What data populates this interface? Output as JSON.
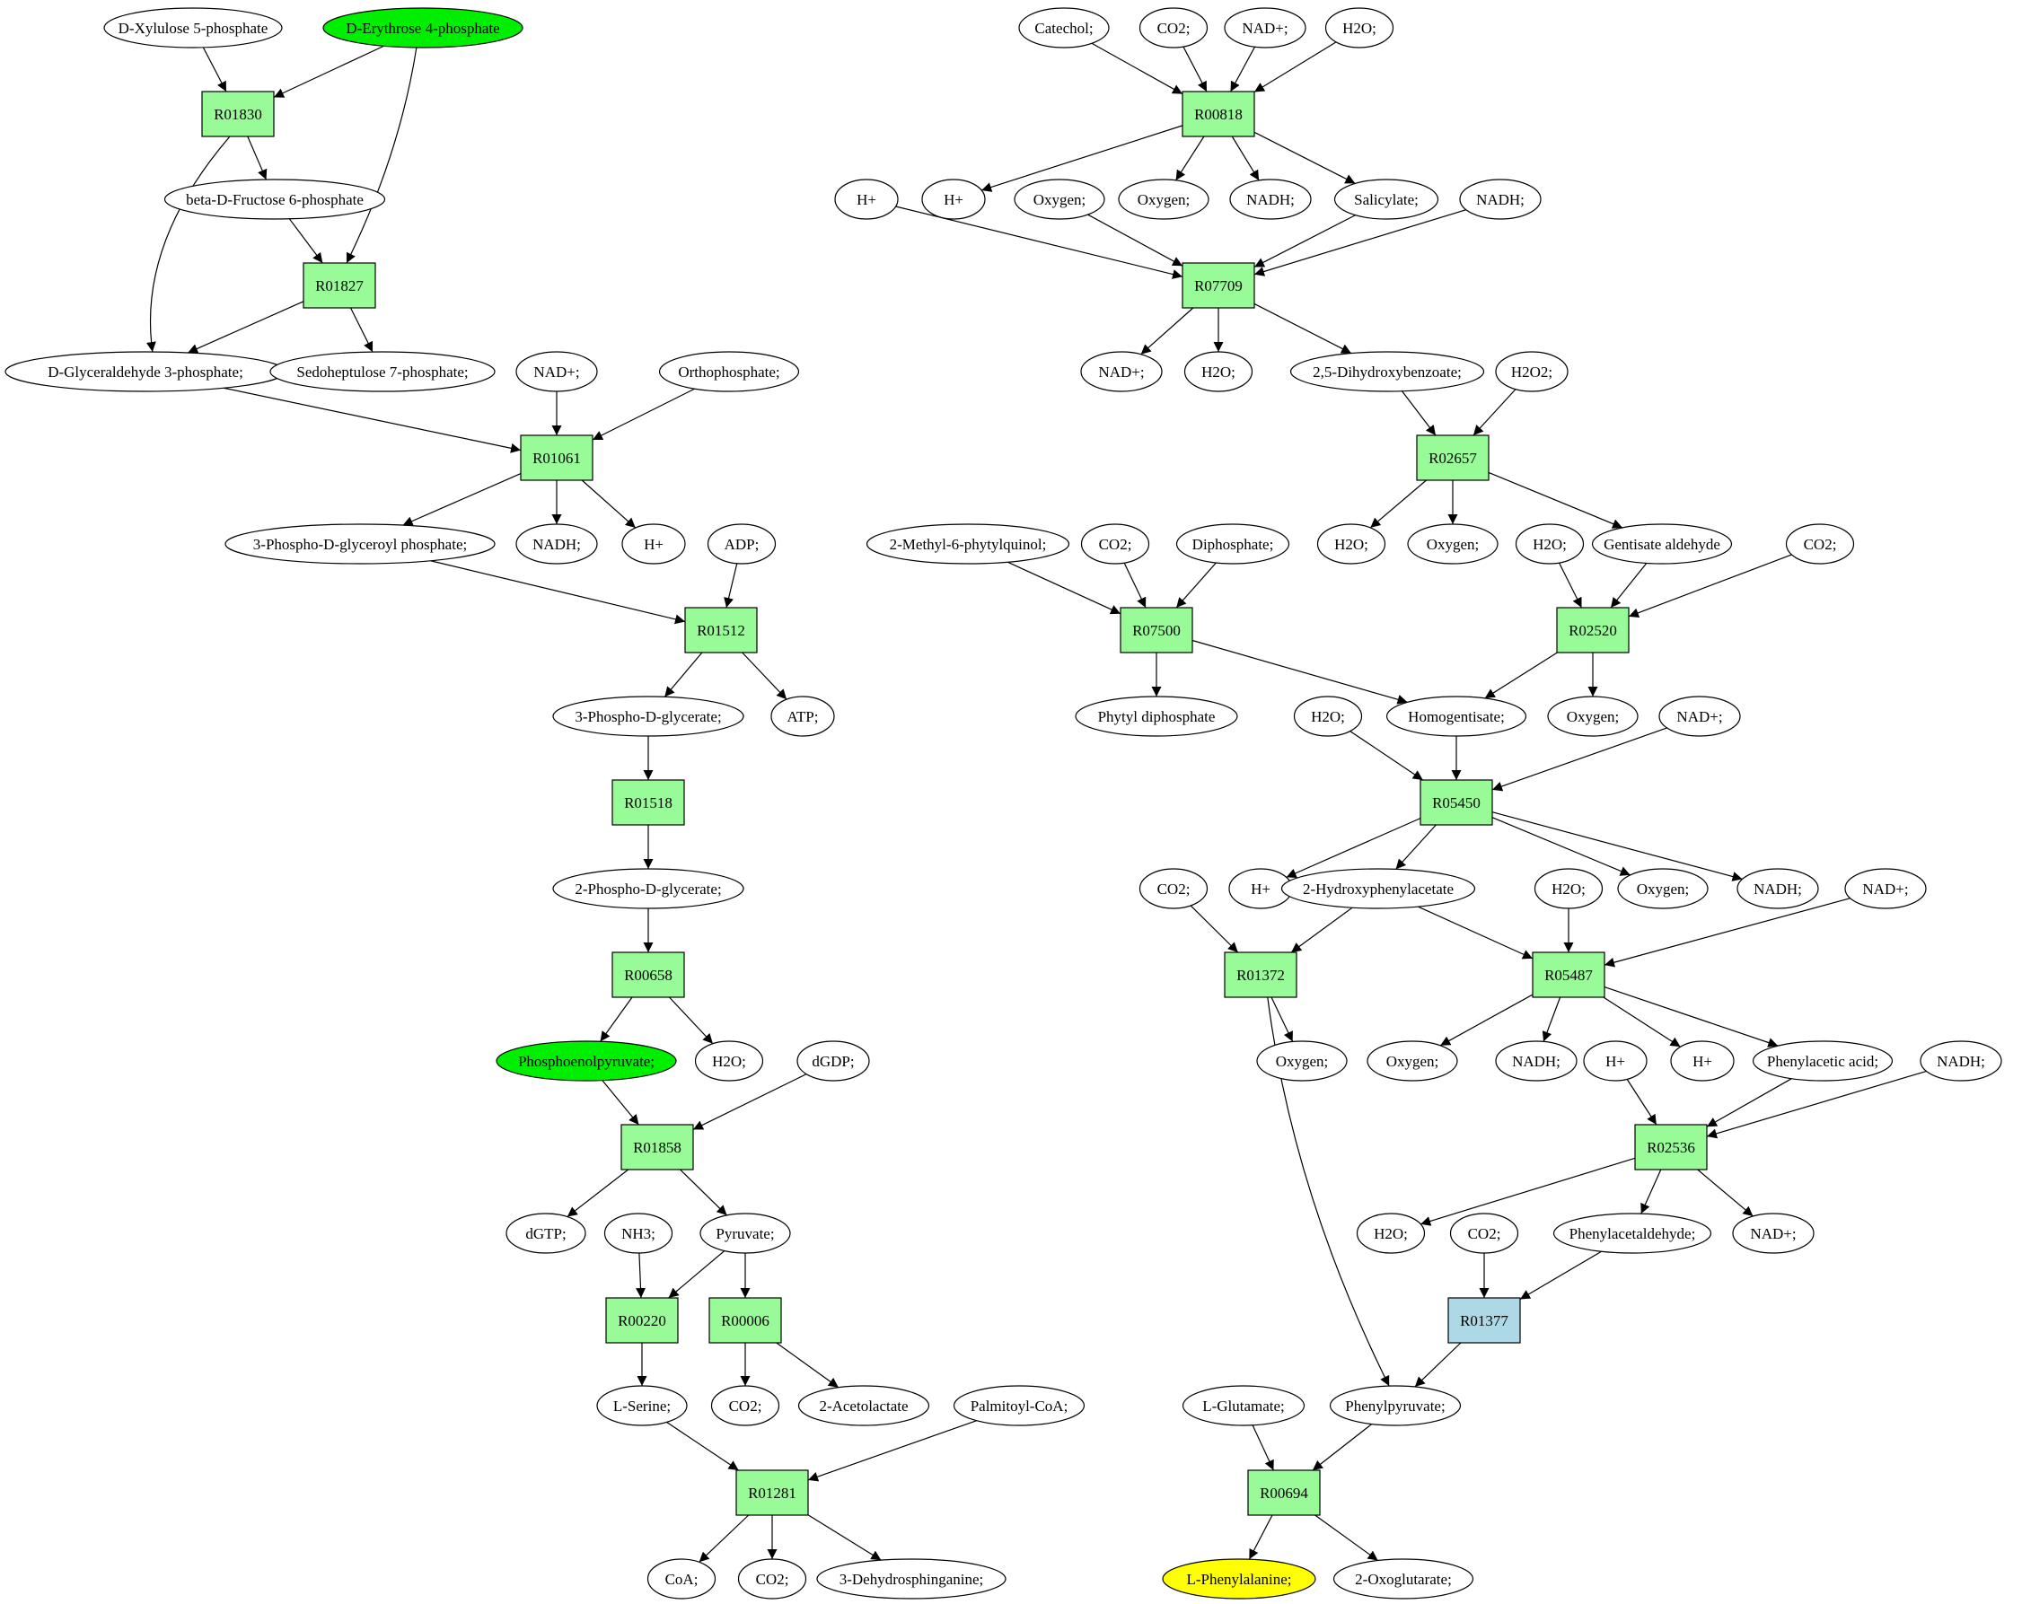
{
  "colors": {
    "reaction": "#98fb98",
    "reaction_alt": "#add8e6",
    "metabolite": "#ffffff",
    "source": "#00ee00",
    "target": "#ffff00",
    "stroke": "#000000"
  },
  "reactions": [
    {
      "id": "r01830",
      "label": "R01830"
    },
    {
      "id": "r01827",
      "label": "R01827"
    },
    {
      "id": "r01061",
      "label": "R01061"
    },
    {
      "id": "r01512",
      "label": "R01512"
    },
    {
      "id": "r01518",
      "label": "R01518"
    },
    {
      "id": "r00658",
      "label": "R00658"
    },
    {
      "id": "r01858",
      "label": "R01858"
    },
    {
      "id": "r00220",
      "label": "R00220"
    },
    {
      "id": "r00006",
      "label": "R00006"
    },
    {
      "id": "r01281",
      "label": "R01281"
    },
    {
      "id": "r00818",
      "label": "R00818"
    },
    {
      "id": "r07709",
      "label": "R07709"
    },
    {
      "id": "r02657",
      "label": "R02657"
    },
    {
      "id": "r07500",
      "label": "R07500"
    },
    {
      "id": "r02520",
      "label": "R02520"
    },
    {
      "id": "r05450",
      "label": "R05450"
    },
    {
      "id": "r01372",
      "label": "R01372"
    },
    {
      "id": "r05487",
      "label": "R05487"
    },
    {
      "id": "r02536",
      "label": "R02536"
    },
    {
      "id": "r01377",
      "label": "R01377",
      "alt": true
    },
    {
      "id": "r00694",
      "label": "R00694"
    }
  ],
  "metabolites": [
    {
      "id": "m_xyl5p",
      "label": "D-Xylulose 5-phosphate"
    },
    {
      "id": "m_ery4p",
      "label": "D-Erythrose 4-phosphate",
      "role": "source"
    },
    {
      "id": "m_fru6p",
      "label": "beta-D-Fructose 6-phosphate"
    },
    {
      "id": "m_gap",
      "label": "D-Glyceraldehyde 3-phosphate;"
    },
    {
      "id": "m_sed7p",
      "label": "Sedoheptulose 7-phosphate;"
    },
    {
      "id": "m_nadp_a",
      "label": "NAD+;"
    },
    {
      "id": "m_pi",
      "label": "Orthophosphate;"
    },
    {
      "id": "m_bpg",
      "label": "3-Phospho-D-glyceroyl phosphate;"
    },
    {
      "id": "m_nadh_a",
      "label": "NADH;"
    },
    {
      "id": "m_h_a",
      "label": "H+"
    },
    {
      "id": "m_adp",
      "label": "ADP;"
    },
    {
      "id": "m_3pg",
      "label": "3-Phospho-D-glycerate;"
    },
    {
      "id": "m_atp",
      "label": "ATP;"
    },
    {
      "id": "m_2pg",
      "label": "2-Phospho-D-glycerate;"
    },
    {
      "id": "m_pep",
      "label": "Phosphoenolpyruvate;",
      "role": "source"
    },
    {
      "id": "m_h2o_a",
      "label": "H2O;"
    },
    {
      "id": "m_dgdp",
      "label": "dGDP;"
    },
    {
      "id": "m_dgtp",
      "label": "dGTP;"
    },
    {
      "id": "m_nh3",
      "label": "NH3;"
    },
    {
      "id": "m_pyr",
      "label": "Pyruvate;"
    },
    {
      "id": "m_ser",
      "label": "L-Serine;"
    },
    {
      "id": "m_co2_a",
      "label": "CO2;"
    },
    {
      "id": "m_acl",
      "label": "2-Acetolactate"
    },
    {
      "id": "m_pcoa",
      "label": "Palmitoyl-CoA;"
    },
    {
      "id": "m_coa",
      "label": "CoA;"
    },
    {
      "id": "m_co2_b",
      "label": "CO2;"
    },
    {
      "id": "m_dhs",
      "label": "3-Dehydrosphinganine;"
    },
    {
      "id": "m_catechol",
      "label": "Catechol;"
    },
    {
      "id": "m_co2_c",
      "label": "CO2;"
    },
    {
      "id": "m_nadp_b",
      "label": "NAD+;"
    },
    {
      "id": "m_h2o_b",
      "label": "H2O;"
    },
    {
      "id": "m_h_b",
      "label": "H+"
    },
    {
      "id": "m_h_c",
      "label": "H+"
    },
    {
      "id": "m_oxy_a",
      "label": "Oxygen;"
    },
    {
      "id": "m_oxy_b",
      "label": "Oxygen;"
    },
    {
      "id": "m_nadh_b",
      "label": "NADH;"
    },
    {
      "id": "m_salicylate",
      "label": "Salicylate;"
    },
    {
      "id": "m_nadh_c",
      "label": "NADH;"
    },
    {
      "id": "m_nadp_c",
      "label": "NAD+;"
    },
    {
      "id": "m_h2o_c",
      "label": "H2O;"
    },
    {
      "id": "m_dhb",
      "label": "2,5-Dihydroxybenzoate;"
    },
    {
      "id": "m_h2o2",
      "label": "H2O2;"
    },
    {
      "id": "m_mpq",
      "label": "2-Methyl-6-phytylquinol;"
    },
    {
      "id": "m_co2_d",
      "label": "CO2;"
    },
    {
      "id": "m_ppi",
      "label": "Diphosphate;"
    },
    {
      "id": "m_h2o_d",
      "label": "H2O;"
    },
    {
      "id": "m_oxy_c",
      "label": "Oxygen;"
    },
    {
      "id": "m_h2o_e",
      "label": "H2O;"
    },
    {
      "id": "m_gald",
      "label": "Gentisate aldehyde"
    },
    {
      "id": "m_co2_e",
      "label": "CO2;"
    },
    {
      "id": "m_phytylpp",
      "label": "Phytyl diphosphate"
    },
    {
      "id": "m_h2o_f",
      "label": "H2O;"
    },
    {
      "id": "m_homogent",
      "label": "Homogentisate;"
    },
    {
      "id": "m_oxy_d",
      "label": "Oxygen;"
    },
    {
      "id": "m_nadp_d",
      "label": "NAD+;"
    },
    {
      "id": "m_co2_f",
      "label": "CO2;"
    },
    {
      "id": "m_h_d",
      "label": "H+"
    },
    {
      "id": "m_2hpa",
      "label": "2-Hydroxyphenylacetate"
    },
    {
      "id": "m_h2o_g",
      "label": "H2O;"
    },
    {
      "id": "m_oxy_e",
      "label": "Oxygen;"
    },
    {
      "id": "m_nadh_d",
      "label": "NADH;"
    },
    {
      "id": "m_nadp_e",
      "label": "NAD+;"
    },
    {
      "id": "m_oxy_f",
      "label": "Oxygen;"
    },
    {
      "id": "m_oxy_g",
      "label": "Oxygen;"
    },
    {
      "id": "m_nadh_e",
      "label": "NADH;"
    },
    {
      "id": "m_h_e",
      "label": "H+"
    },
    {
      "id": "m_h_f",
      "label": "H+"
    },
    {
      "id": "m_paa",
      "label": "Phenylacetic acid;"
    },
    {
      "id": "m_nadh_f",
      "label": "NADH;"
    },
    {
      "id": "m_h2o_h",
      "label": "H2O;"
    },
    {
      "id": "m_co2_g",
      "label": "CO2;"
    },
    {
      "id": "m_pacald",
      "label": "Phenylacetaldehyde;"
    },
    {
      "id": "m_nadp_f",
      "label": "NAD+;"
    },
    {
      "id": "m_glu",
      "label": "L-Glutamate;"
    },
    {
      "id": "m_ppyr",
      "label": "Phenylpyruvate;"
    },
    {
      "id": "m_phe",
      "label": "L-Phenylalanine;",
      "role": "target"
    },
    {
      "id": "m_akg",
      "label": "2-Oxoglutarate;"
    }
  ],
  "edges": [
    [
      "m_xyl5p",
      "r01830"
    ],
    [
      "m_ery4p",
      "r01830"
    ],
    [
      "m_ery4p",
      "r01827"
    ],
    [
      "r01830",
      "m_fru6p"
    ],
    [
      "r01830",
      "m_gap"
    ],
    [
      "m_fru6p",
      "r01827"
    ],
    [
      "r01827",
      "m_gap"
    ],
    [
      "r01827",
      "m_sed7p"
    ],
    [
      "m_gap",
      "r01061"
    ],
    [
      "m_nadp_a",
      "r01061"
    ],
    [
      "m_pi",
      "r01061"
    ],
    [
      "r01061",
      "m_bpg"
    ],
    [
      "r01061",
      "m_nadh_a"
    ],
    [
      "r01061",
      "m_h_a"
    ],
    [
      "m_bpg",
      "r01512"
    ],
    [
      "m_adp",
      "r01512"
    ],
    [
      "r01512",
      "m_3pg"
    ],
    [
      "r01512",
      "m_atp"
    ],
    [
      "m_3pg",
      "r01518"
    ],
    [
      "r01518",
      "m_2pg"
    ],
    [
      "m_2pg",
      "r00658"
    ],
    [
      "r00658",
      "m_pep"
    ],
    [
      "r00658",
      "m_h2o_a"
    ],
    [
      "m_pep",
      "r01858"
    ],
    [
      "m_dgdp",
      "r01858"
    ],
    [
      "r01858",
      "m_dgtp"
    ],
    [
      "r01858",
      "m_pyr"
    ],
    [
      "m_nh3",
      "r00220"
    ],
    [
      "m_pyr",
      "r00220"
    ],
    [
      "m_pyr",
      "r00006"
    ],
    [
      "r00220",
      "m_ser"
    ],
    [
      "r00006",
      "m_co2_a"
    ],
    [
      "r00006",
      "m_acl"
    ],
    [
      "m_ser",
      "r01281"
    ],
    [
      "m_pcoa",
      "r01281"
    ],
    [
      "r01281",
      "m_coa"
    ],
    [
      "r01281",
      "m_co2_b"
    ],
    [
      "r01281",
      "m_dhs"
    ],
    [
      "m_catechol",
      "r00818"
    ],
    [
      "m_co2_c",
      "r00818"
    ],
    [
      "m_nadp_b",
      "r00818"
    ],
    [
      "m_h2o_b",
      "r00818"
    ],
    [
      "r00818",
      "m_h_c"
    ],
    [
      "r00818",
      "m_oxy_b"
    ],
    [
      "r00818",
      "m_nadh_b"
    ],
    [
      "r00818",
      "m_salicylate"
    ],
    [
      "m_h_b",
      "r07709"
    ],
    [
      "m_oxy_a",
      "r07709"
    ],
    [
      "m_salicylate",
      "r07709"
    ],
    [
      "m_nadh_c",
      "r07709"
    ],
    [
      "r07709",
      "m_nadp_c"
    ],
    [
      "r07709",
      "m_h2o_c"
    ],
    [
      "r07709",
      "m_dhb"
    ],
    [
      "m_dhb",
      "r02657"
    ],
    [
      "m_h2o2",
      "r02657"
    ],
    [
      "r02657",
      "m_h2o_d"
    ],
    [
      "r02657",
      "m_oxy_c"
    ],
    [
      "r02657",
      "m_gald"
    ],
    [
      "m_mpq",
      "r07500"
    ],
    [
      "m_co2_d",
      "r07500"
    ],
    [
      "m_ppi",
      "r07500"
    ],
    [
      "r07500",
      "m_phytylpp"
    ],
    [
      "r07500",
      "m_homogent"
    ],
    [
      "m_h2o_e",
      "r02520"
    ],
    [
      "m_gald",
      "r02520"
    ],
    [
      "m_co2_e",
      "r02520"
    ],
    [
      "r02520",
      "m_homogent"
    ],
    [
      "r02520",
      "m_oxy_d"
    ],
    [
      "m_h2o_f",
      "r05450"
    ],
    [
      "m_homogent",
      "r05450"
    ],
    [
      "m_nadp_d",
      "r05450"
    ],
    [
      "r05450",
      "m_h_d"
    ],
    [
      "r05450",
      "m_2hpa"
    ],
    [
      "r05450",
      "m_oxy_e"
    ],
    [
      "r05450",
      "m_nadh_d"
    ],
    [
      "m_co2_f",
      "r01372"
    ],
    [
      "m_2hpa",
      "r01372"
    ],
    [
      "m_2hpa",
      "r05487"
    ],
    [
      "m_h2o_g",
      "r05487"
    ],
    [
      "m_nadp_e",
      "r05487"
    ],
    [
      "r01372",
      "m_oxy_f"
    ],
    [
      "r01372",
      "m_ppyr"
    ],
    [
      "r05487",
      "m_oxy_g"
    ],
    [
      "r05487",
      "m_nadh_e"
    ],
    [
      "r05487",
      "m_h_f"
    ],
    [
      "r05487",
      "m_paa"
    ],
    [
      "m_h_e",
      "r02536"
    ],
    [
      "m_paa",
      "r02536"
    ],
    [
      "m_nadh_f",
      "r02536"
    ],
    [
      "r02536",
      "m_h2o_h"
    ],
    [
      "r02536",
      "m_pacald"
    ],
    [
      "r02536",
      "m_nadp_f"
    ],
    [
      "m_co2_g",
      "r01377"
    ],
    [
      "m_pacald",
      "r01377"
    ],
    [
      "r01377",
      "m_ppyr"
    ],
    [
      "m_glu",
      "r00694"
    ],
    [
      "m_ppyr",
      "r00694"
    ],
    [
      "r00694",
      "m_phe"
    ],
    [
      "r00694",
      "m_akg"
    ]
  ]
}
